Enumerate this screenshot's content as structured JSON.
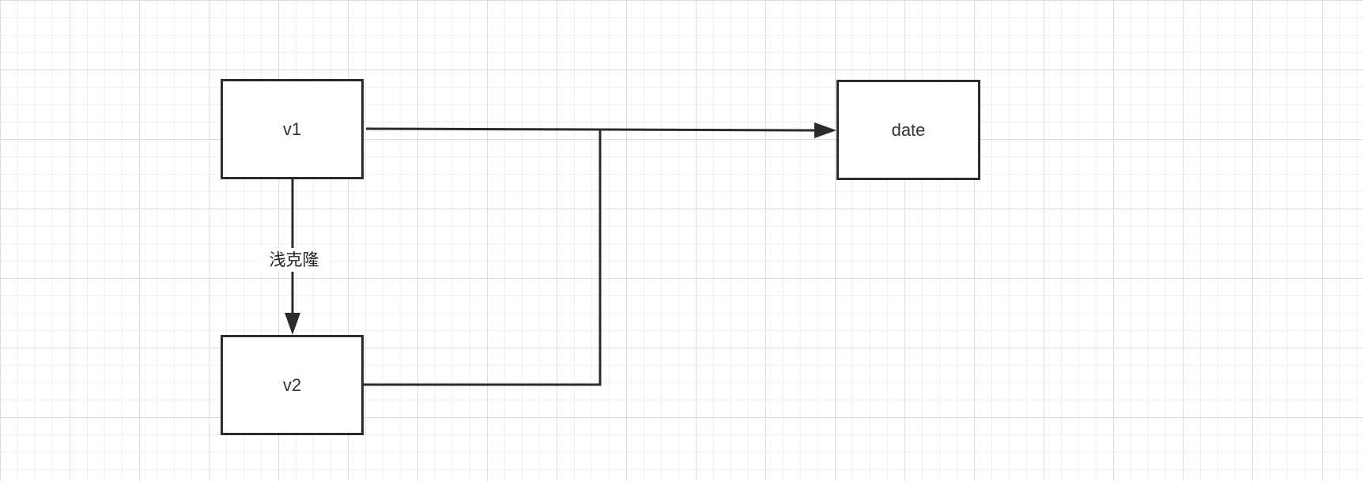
{
  "diagram": {
    "nodes": {
      "v1": {
        "label": "v1"
      },
      "v2": {
        "label": "v2"
      },
      "date": {
        "label": "date"
      }
    },
    "edges": [
      {
        "from": "v1",
        "to": "v2",
        "label": "浅克隆"
      },
      {
        "from": "v1",
        "to": "date",
        "label": ""
      },
      {
        "from": "v2",
        "to": "date",
        "label": ""
      }
    ]
  },
  "colors": {
    "line": "#2b2b2b",
    "grid_major": "#dcdcdc",
    "grid_minor": "#efefef",
    "text": "#333333"
  }
}
